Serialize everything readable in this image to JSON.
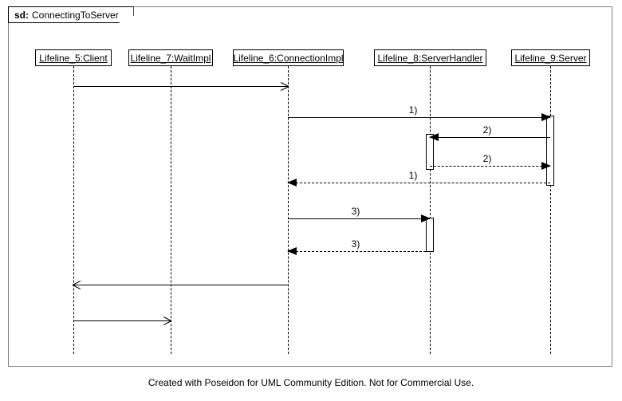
{
  "diagram": {
    "frame": {
      "kind": "sd:",
      "name": "ConnectingToServer"
    },
    "lifelines": [
      {
        "id": "client",
        "label": "Lifeline_5:Client"
      },
      {
        "id": "waitimpl",
        "label": "Lifeline_7:WaitImpl"
      },
      {
        "id": "connectionimpl",
        "label": "Lifeline_6:ConnectionImpl"
      },
      {
        "id": "serverhandler",
        "label": "Lifeline_8:ServerHandler"
      },
      {
        "id": "server",
        "label": "Lifeline_9:Server"
      }
    ],
    "messages": [
      {
        "id": "m0",
        "label": "",
        "from": "client",
        "to": "connectionimpl",
        "style": "solid",
        "head": "open"
      },
      {
        "id": "m1",
        "label": "1)",
        "from": "connectionimpl",
        "to": "server",
        "style": "solid",
        "head": "solid"
      },
      {
        "id": "m2",
        "label": "2)",
        "from": "server",
        "to": "serverhandler",
        "style": "solid",
        "head": "solid"
      },
      {
        "id": "m3",
        "label": "2)",
        "from": "serverhandler",
        "to": "server",
        "style": "dashed",
        "head": "solid"
      },
      {
        "id": "m4",
        "label": "1)",
        "from": "server",
        "to": "connectionimpl",
        "style": "dashed",
        "head": "solid"
      },
      {
        "id": "m5",
        "label": "3)",
        "from": "connectionimpl",
        "to": "serverhandler",
        "style": "solid",
        "head": "solid"
      },
      {
        "id": "m6",
        "label": "3)",
        "from": "serverhandler",
        "to": "connectionimpl",
        "style": "dashed",
        "head": "solid"
      },
      {
        "id": "m7",
        "label": "",
        "from": "connectionimpl",
        "to": "client",
        "style": "solid",
        "head": "open"
      },
      {
        "id": "m8",
        "label": "",
        "from": "client",
        "to": "waitimpl",
        "style": "solid",
        "head": "open"
      }
    ],
    "caption": "Created with Poseidon for UML Community Edition. Not for Commercial Use."
  }
}
